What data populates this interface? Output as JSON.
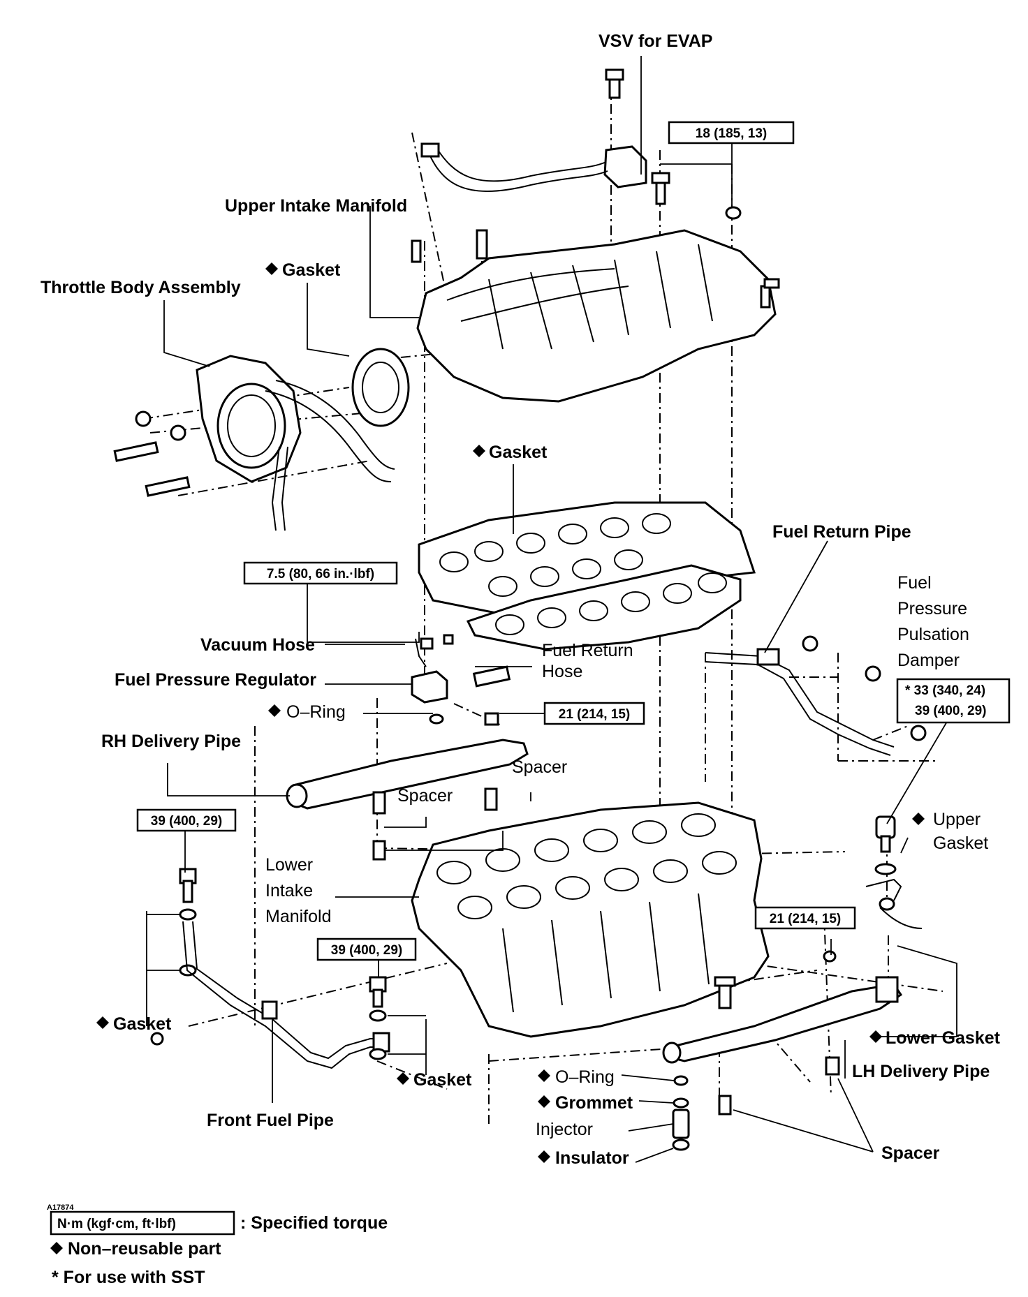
{
  "labels": {
    "vsv_evap": "VSV for EVAP",
    "upper_intake_manifold": "Upper Intake Manifold",
    "gasket_throttle": "Gasket",
    "throttle_body": "Throttle Body Assembly",
    "gasket_upper": "Gasket",
    "fuel_return_pipe": "Fuel Return Pipe",
    "fuel_pressure_pulsation_damper_1": "Fuel",
    "fuel_pressure_pulsation_damper_2": "Pressure",
    "fuel_pressure_pulsation_damper_3": "Pulsation",
    "fuel_pressure_pulsation_damper_4": "Damper",
    "vacuum_hose": "Vacuum Hose",
    "fuel_return_hose_1": "Fuel Return",
    "fuel_return_hose_2": "Hose",
    "fuel_pressure_regulator": "Fuel Pressure Regulator",
    "o_ring_top": "O–Ring",
    "rh_delivery_pipe": "RH Delivery Pipe",
    "spacer_1": "Spacer",
    "spacer_2": "Spacer",
    "upper_gasket_1": "Upper",
    "upper_gasket_2": "Gasket",
    "lower_intake_1": "Lower",
    "lower_intake_2": "Intake",
    "lower_intake_3": "Manifold",
    "gasket_left": "Gasket",
    "lower_gasket": "Lower Gasket",
    "gasket_bottom": "Gasket",
    "lh_delivery_pipe": "LH Delivery Pipe",
    "o_ring_bottom": "O–Ring",
    "grommet": "Grommet",
    "injector": "Injector",
    "insulator": "Insulator",
    "front_fuel_pipe": "Front Fuel Pipe",
    "spacer_bottom": "Spacer"
  },
  "torques": {
    "t1": "18 (185, 13)",
    "t2": "7.5 (80, 66 in.·lbf)",
    "t3": "21 (214, 15)",
    "t4_line1": "* 33 (340, 24)",
    "t4_line2": "39 (400, 29)",
    "t5": "39 (400, 29)",
    "t6": "39 (400, 29)",
    "t7": "21 (214, 15)"
  },
  "legend": {
    "figure_id": "A17874",
    "unit": "N·m (kgf·cm, ft·lbf)",
    "unit_desc": ": Specified torque",
    "nonreusable": "Non–reusable part",
    "sst": "* For use with SST"
  },
  "icons": {
    "nonreusable_marker": "diamond-icon"
  }
}
